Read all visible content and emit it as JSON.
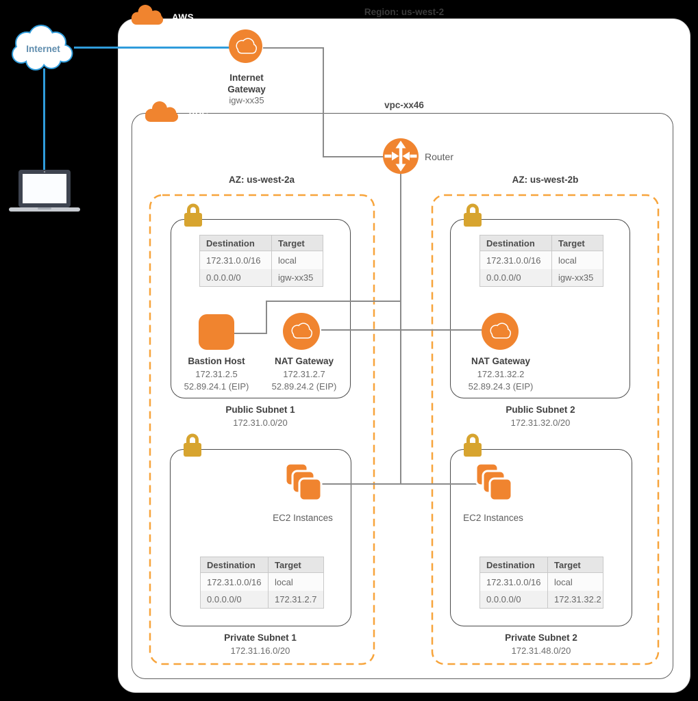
{
  "colors": {
    "orange": "#F0842F",
    "gold": "#D7A42F",
    "blue": "#2F9CDB",
    "line_gray": "#8A8A8A",
    "az_dash": "#F7A43B"
  },
  "region": {
    "label": "Region: us-west-2",
    "aws_badge": "AWS"
  },
  "external": {
    "internet_label": "Internet"
  },
  "internet_gateway": {
    "name_line1": "Internet",
    "name_line2": "Gateway",
    "id": "igw-xx35"
  },
  "vpc": {
    "badge": "VPC",
    "id": "vpc-xx46",
    "router_label": "Router"
  },
  "az_a": {
    "label": "AZ: us-west-2a",
    "public_subnet": {
      "title": "Public Subnet 1",
      "cidr": "172.31.0.0/20",
      "route_table": {
        "headers": {
          "destination": "Destination",
          "target": "Target"
        },
        "rows": [
          {
            "destination": "172.31.0.0/16",
            "target": "local"
          },
          {
            "destination": "0.0.0.0/0",
            "target": "igw-xx35"
          }
        ]
      },
      "bastion": {
        "label": "Bastion Host",
        "private_ip": "172.31.2.5",
        "elastic_ip": "52.89.24.1 (EIP)"
      },
      "nat": {
        "label": "NAT Gateway",
        "private_ip": "172.31.2.7",
        "elastic_ip": "52.89.24.2 (EIP)"
      }
    },
    "private_subnet": {
      "title": "Private Subnet 1",
      "cidr": "172.31.16.0/20",
      "ec2_label": "EC2 Instances",
      "route_table": {
        "headers": {
          "destination": "Destination",
          "target": "Target"
        },
        "rows": [
          {
            "destination": "172.31.0.0/16",
            "target": "local"
          },
          {
            "destination": "0.0.0.0/0",
            "target": "172.31.2.7"
          }
        ]
      }
    }
  },
  "az_b": {
    "label": "AZ: us-west-2b",
    "public_subnet": {
      "title": "Public Subnet 2",
      "cidr": "172.31.32.0/20",
      "route_table": {
        "headers": {
          "destination": "Destination",
          "target": "Target"
        },
        "rows": [
          {
            "destination": "172.31.0.0/16",
            "target": "local"
          },
          {
            "destination": "0.0.0.0/0",
            "target": "igw-xx35"
          }
        ]
      },
      "nat": {
        "label": "NAT Gateway",
        "private_ip": "172.31.32.2",
        "elastic_ip": "52.89.24.3 (EIP)"
      }
    },
    "private_subnet": {
      "title": "Private Subnet 2",
      "cidr": "172.31.48.0/20",
      "ec2_label": "EC2 Instances",
      "route_table": {
        "headers": {
          "destination": "Destination",
          "target": "Target"
        },
        "rows": [
          {
            "destination": "172.31.0.0/16",
            "target": "local"
          },
          {
            "destination": "0.0.0.0/0",
            "target": "172.31.32.2"
          }
        ]
      }
    }
  }
}
